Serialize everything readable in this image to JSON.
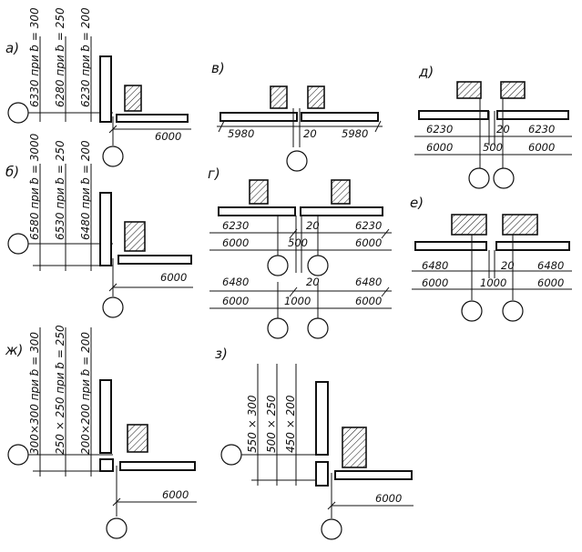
{
  "panels": {
    "a": {
      "label": "а)",
      "vlabels": [
        "6330 при ƀ = 300",
        "6280 при ƀ = 250",
        "6230 при ƀ = 200"
      ],
      "span": "6000"
    },
    "b": {
      "label": "б)",
      "vlabels": [
        "6580 при ƀ = 3000",
        "6530 при ƀ = 250",
        "6480 при ƀ = 200"
      ],
      "span": "6000"
    },
    "v": {
      "label": "в)",
      "left": "5980",
      "gap": "20",
      "right": "5980"
    },
    "g": {
      "label": "г)",
      "top_left": "6230",
      "top_gap": "20",
      "top_right": "6230",
      "top_l2": "6000",
      "top_mid": "500",
      "top_r2": "6000",
      "bot_left": "6480",
      "bot_gap": "20",
      "bot_right": "6480",
      "bot_l2": "6000",
      "bot_mid": "1000",
      "bot_r2": "6000"
    },
    "d": {
      "label": "д)",
      "left": "6230",
      "gap": "20",
      "right": "6230",
      "l2": "6000",
      "mid": "500",
      "r2": "6000"
    },
    "e": {
      "label": "е)",
      "left": "6480",
      "gap": "20",
      "right": "6480",
      "l2": "6000",
      "mid": "1000",
      "r2": "6000"
    },
    "zh": {
      "label": "ж)",
      "vlabels": [
        "300×300 при ƀ = 300",
        "250 × 250 при ƀ = 250",
        "200×200 при ƀ = 200"
      ],
      "span": "6000"
    },
    "z": {
      "label": "з)",
      "vlabels": [
        "550 × 300",
        "500 × 250",
        "450 × 200"
      ],
      "span": "6000"
    }
  }
}
